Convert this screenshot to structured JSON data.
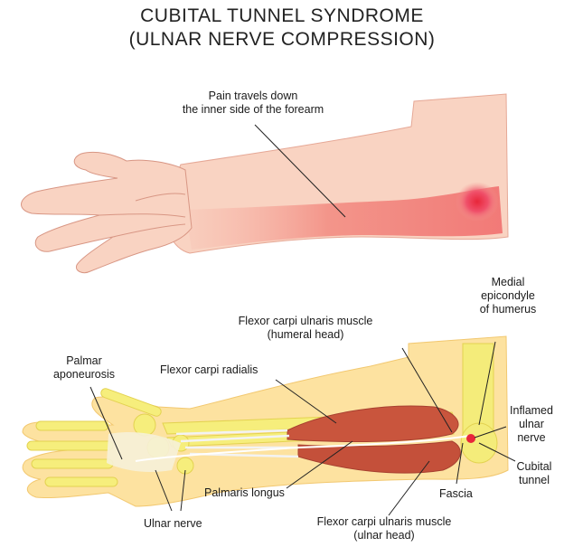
{
  "title": {
    "line1": "CUBITAL TUNNEL SYNDROME",
    "line2": "(ULNAR NERVE COMPRESSION)"
  },
  "upper_illustration": {
    "callout": [
      "Pain travels down",
      "the inner side of the forearm"
    ]
  },
  "lower_illustration": {
    "labels": {
      "medial_epicondyle": [
        "Medial",
        "epicondyle",
        "of humerus"
      ],
      "fcu_humeral": [
        "Flexor carpi ulnaris muscle",
        "(humeral head)"
      ],
      "palmar_aponeurosis": [
        "Palmar",
        "aponeurosis"
      ],
      "flexor_carpi_radialis": "Flexor carpi radialis",
      "inflamed_ulnar_nerve": [
        "Inflamed",
        "ulnar",
        "nerve"
      ],
      "cubital_tunnel": [
        "Cubital",
        "tunnel"
      ],
      "palmaris_longus": "Palmaris longus",
      "fascia": "Fascia",
      "ulnar_nerve": "Ulnar nerve",
      "fcu_ulnar": [
        "Flexor carpi ulnaris muscle",
        "(ulnar head)"
      ]
    }
  },
  "colors": {
    "skin": "#f8cfbf",
    "pain": "#f26d6d",
    "pain_core": "#e8263a",
    "body_outline": "#fde2a0",
    "bone": "#f6ee7c",
    "muscle": "#c8553c",
    "nerve": "#ffffff"
  }
}
